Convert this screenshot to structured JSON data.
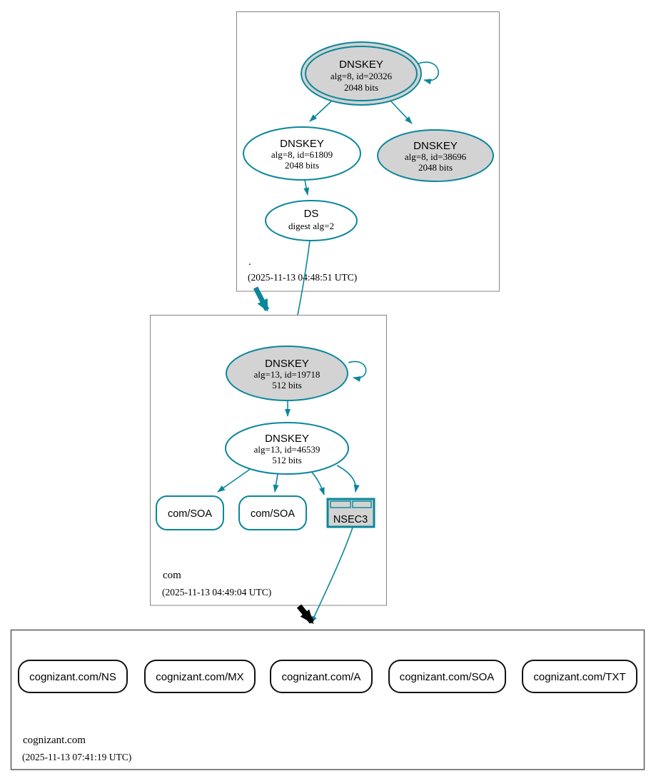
{
  "zones": {
    "root": {
      "label": ".",
      "timestamp": "(2025-11-13 04:48:51 UTC)"
    },
    "com": {
      "label": "com",
      "timestamp": "(2025-11-13 04:49:04 UTC)"
    },
    "cognizant": {
      "label": "cognizant.com",
      "timestamp": "(2025-11-13 07:41:19 UTC)"
    }
  },
  "nodes": {
    "root_ksk": {
      "title": "DNSKEY",
      "algo": "alg=8, id=20326",
      "bits": "2048 bits"
    },
    "root_zsk": {
      "title": "DNSKEY",
      "algo": "alg=8, id=61809",
      "bits": "2048 bits"
    },
    "root_key3": {
      "title": "DNSKEY",
      "algo": "alg=8, id=38696",
      "bits": "2048 bits"
    },
    "root_ds": {
      "title": "DS",
      "algo": "digest alg=2"
    },
    "com_ksk": {
      "title": "DNSKEY",
      "algo": "alg=13, id=19718",
      "bits": "512 bits"
    },
    "com_zsk": {
      "title": "DNSKEY",
      "algo": "alg=13, id=46539",
      "bits": "512 bits"
    },
    "com_soa_a": {
      "label": "com/SOA"
    },
    "com_soa_b": {
      "label": "com/SOA"
    },
    "com_nsec3": {
      "label": "NSEC3"
    },
    "cognizant_ns": {
      "label": "cognizant.com/NS"
    },
    "cognizant_mx": {
      "label": "cognizant.com/MX"
    },
    "cognizant_a": {
      "label": "cognizant.com/A"
    },
    "cognizant_soa": {
      "label": "cognizant.com/SOA"
    },
    "cognizant_txt": {
      "label": "cognizant.com/TXT"
    }
  },
  "colors": {
    "secure_teal": "#0a879a",
    "node_fill_gray": "#d3d3d3",
    "cluster_border_gray": "#848484",
    "arrow_black": "#000000",
    "background": "#ffffff"
  }
}
